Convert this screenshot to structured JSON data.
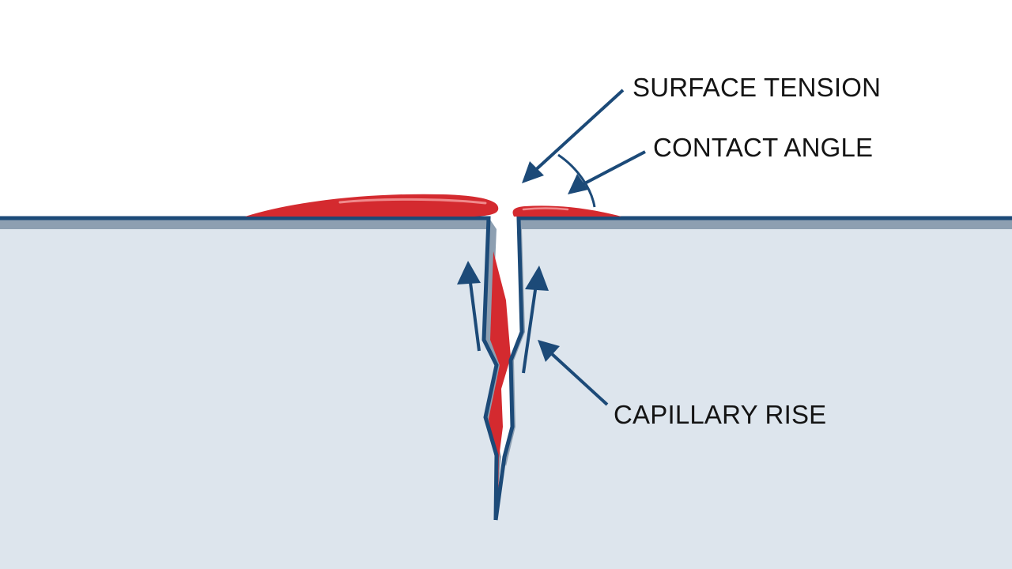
{
  "labels": {
    "surface_tension": "SURFACE TENSION",
    "contact_angle": "CONTACT ANGLE",
    "capillary_rise": "CAPILLARY RISE"
  },
  "colors": {
    "background": "#ffffff",
    "material": "#dde5ed",
    "surface_line": "#1c4a78",
    "shadow": "#8d9fb1",
    "liquid": "#d42a2f",
    "arrow": "#1c4a78"
  }
}
